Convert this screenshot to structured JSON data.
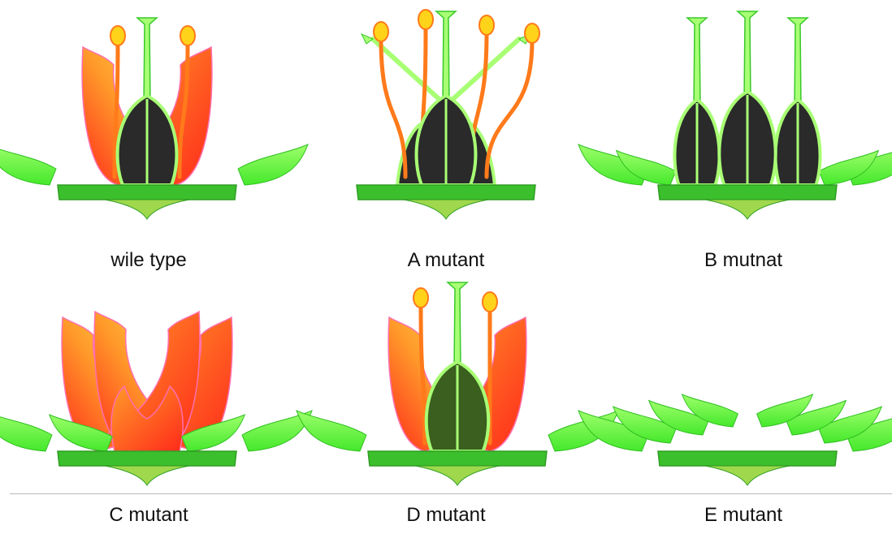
{
  "panels": [
    {
      "key": "wild",
      "caption": "wile type"
    },
    {
      "key": "a",
      "caption": "A mutant"
    },
    {
      "key": "b",
      "caption": "B mutnat"
    },
    {
      "key": "c",
      "caption": "C mutant"
    },
    {
      "key": "d",
      "caption": "D mutant"
    },
    {
      "key": "e",
      "caption": "E mutant"
    }
  ],
  "colors": {
    "sepal": "#45e82c",
    "sepal_light": "#9dff6a",
    "receptacle": "#3cbf2c",
    "receptacle_dark": "#2f9e24",
    "stalk": "#9fd84c",
    "petal_red": "#ff2a1a",
    "petal_orange": "#ff9a2a",
    "petal_yellow": "#ffe14a",
    "petal_edge": "#ff6fae",
    "filament": "#ff7a1a",
    "anther": "#ffd31a",
    "carpel_dark": "#2a2a2a",
    "carpel_rim": "#a8ff74",
    "ovule_green": "#3a5f1e",
    "divider": "#b9b9b9"
  }
}
